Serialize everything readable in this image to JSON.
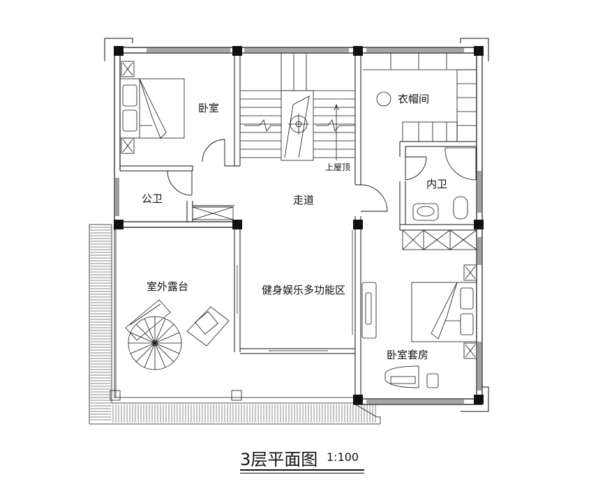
{
  "drawing": {
    "rooms": {
      "bedroom": "卧室",
      "closet": "衣帽间",
      "corridor": "走道",
      "to_roof": "上屋顶",
      "public_bath": "公卫",
      "inner_bath": "内卫",
      "terrace": "室外露台",
      "fitness": "健身娱乐多功能区",
      "master_suite": "卧室套房"
    },
    "title": "3层平面图",
    "scale": "1:100"
  }
}
